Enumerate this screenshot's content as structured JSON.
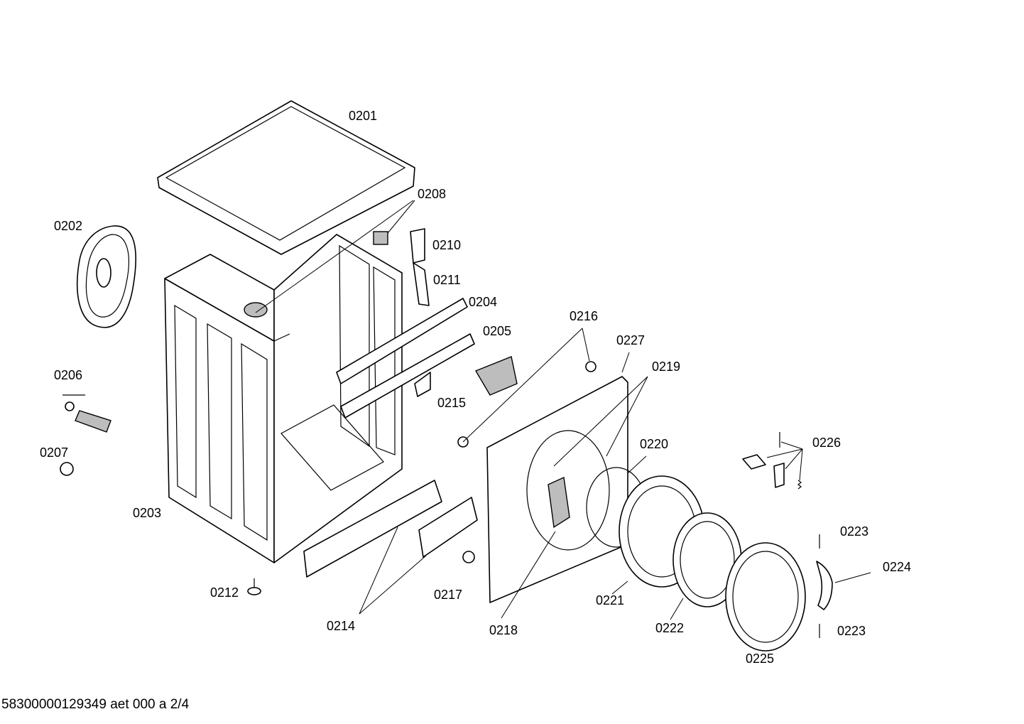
{
  "diagram": {
    "labels": {
      "p0201": "0201",
      "p0202": "0202",
      "p0203": "0203",
      "p0204": "0204",
      "p0205": "0205",
      "p0206": "0206",
      "p0207": "0207",
      "p0208": "0208",
      "p0210": "0210",
      "p0211": "0211",
      "p0212": "0212",
      "p0214": "0214",
      "p0215": "0215",
      "p0216": "0216",
      "p0217": "0217",
      "p0218": "0218",
      "p0219": "0219",
      "p0220": "0220",
      "p0221": "0221",
      "p0222": "0222",
      "p0223a": "0223",
      "p0223b": "0223",
      "p0224": "0224",
      "p0225": "0225",
      "p0226": "0226",
      "p0227": "0227"
    },
    "footer": "58300000129349 aet 000 a 2/4"
  }
}
